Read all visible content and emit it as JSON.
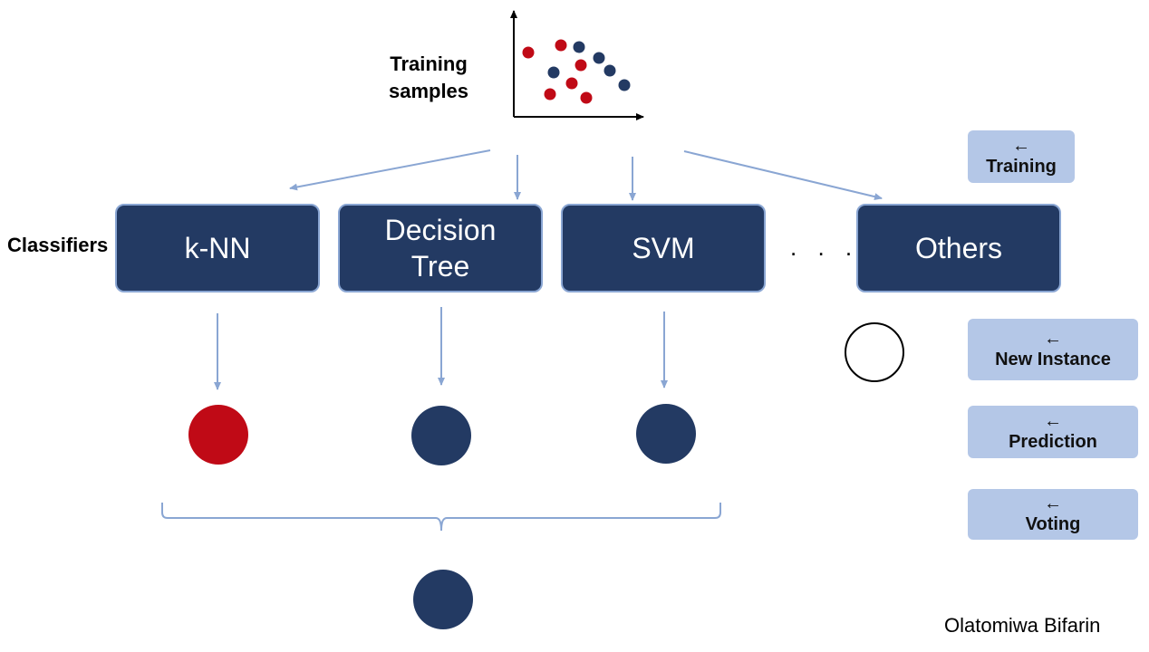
{
  "colors": {
    "navy": "#233a63",
    "red": "#c00a16",
    "arrow": "#8aa6d3",
    "legend_bg": "#b4c7e7",
    "box_border": "#8aa6d3"
  },
  "training_label": "Training\nsamples",
  "scatter": {
    "red_points": [
      [
        583,
        58
      ],
      [
        619,
        50
      ],
      [
        641,
        72
      ],
      [
        607,
        104
      ],
      [
        631,
        92
      ],
      [
        647,
        108
      ]
    ],
    "blue_points": [
      [
        639,
        52
      ],
      [
        661,
        64
      ],
      [
        611,
        80
      ],
      [
        673,
        78
      ],
      [
        689,
        94
      ]
    ]
  },
  "classifiers_label": "Classifiers",
  "classifiers": [
    {
      "name": "k-NN",
      "prediction": "red"
    },
    {
      "name": "Decision\nTree",
      "prediction": "blue"
    },
    {
      "name": "SVM",
      "prediction": "blue"
    },
    {
      "name": "Others",
      "prediction": null
    }
  ],
  "ellipsis": ". . .",
  "legend": [
    {
      "arrow": "←",
      "label": "Training"
    },
    {
      "arrow": "←",
      "label": "New Instance"
    },
    {
      "arrow": "←",
      "label": "Prediction"
    },
    {
      "arrow": "←",
      "label": "Voting"
    }
  ],
  "final_vote": "blue",
  "author": "Olatomiwa Bifarin"
}
